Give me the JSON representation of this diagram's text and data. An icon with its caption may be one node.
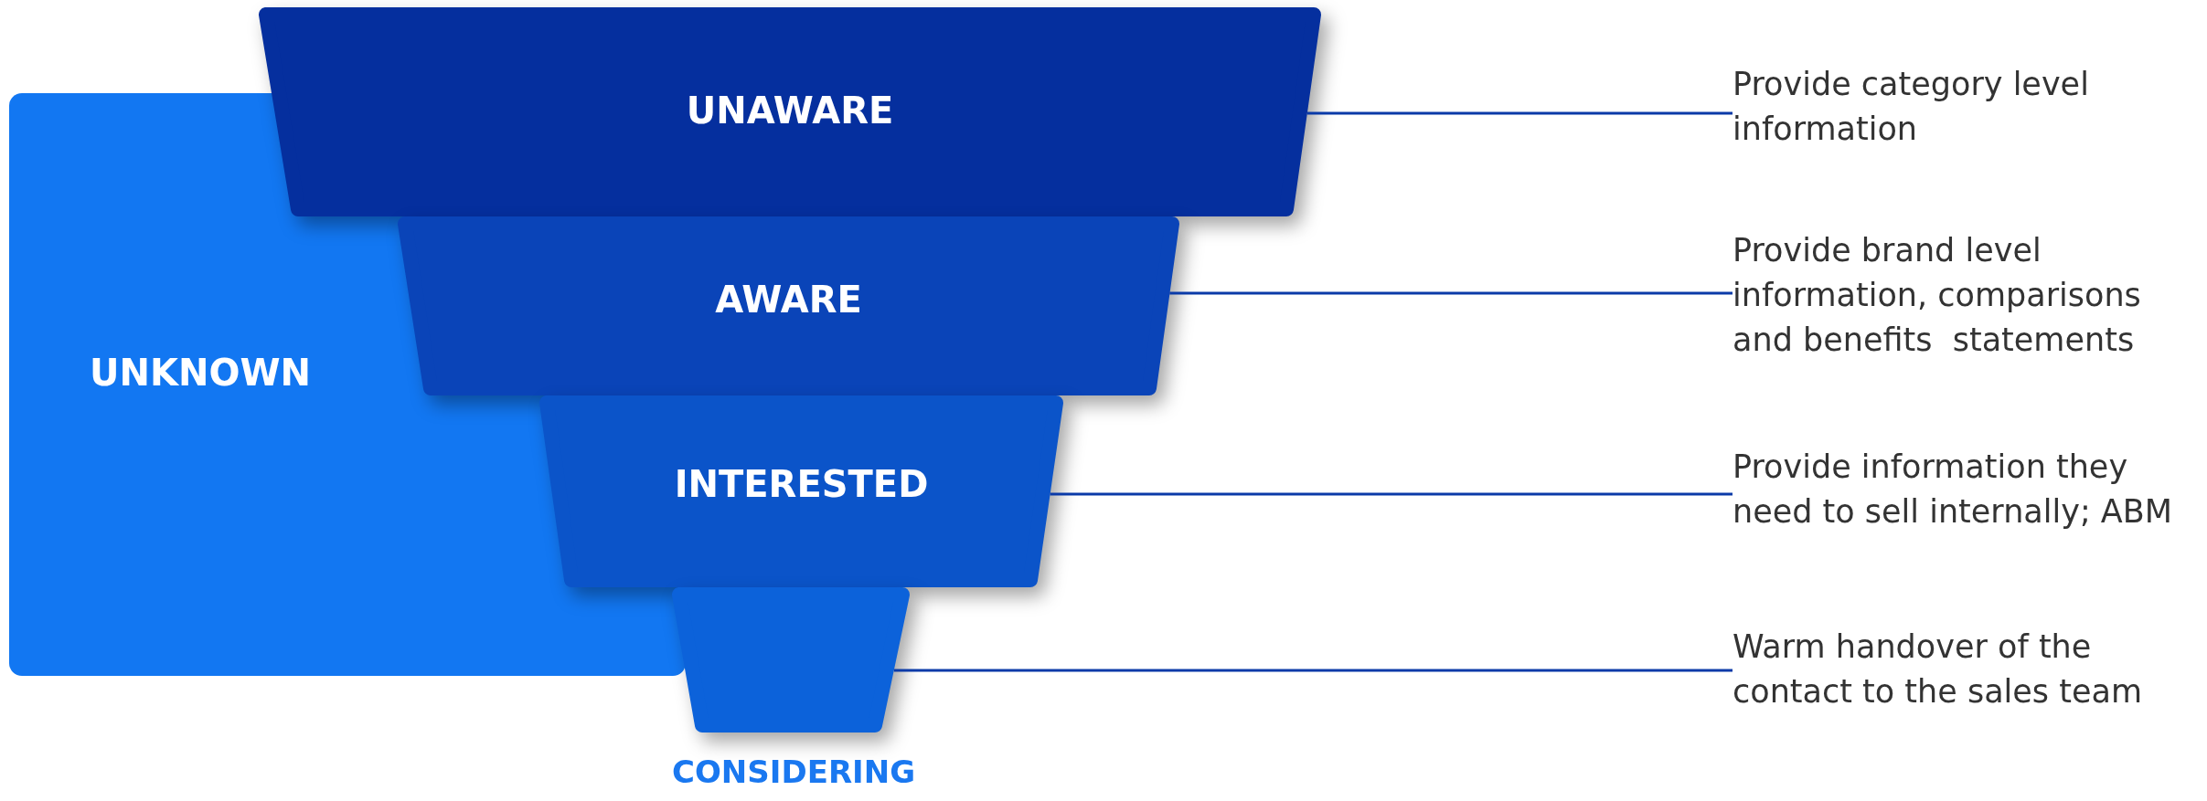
{
  "diagram": {
    "nodes": [
      {
        "text": [
          "UNKNOWN"
        ]
      },
      {
        "text": [
          "UNAWARE"
        ]
      },
      {
        "text": [
          "AWARE"
        ]
      },
      {
        "text": [
          "INTERESTED"
        ]
      },
      {
        "text": [
          "CONSIDERING"
        ]
      },
      {
        "text": [
          "Provide category level information"
        ]
      },
      {
        "text": [
          "Provide brand level information, comparisons and benefits  statements"
        ]
      },
      {
        "text": [
          "Provide information they need to sell internally; ABM"
        ]
      },
      {
        "text": [
          "Warm handover of the contact to the sales team"
        ]
      }
    ],
    "edges": [
      {
        "from": 1,
        "to": 5,
        "arrow": "none"
      },
      {
        "from": 2,
        "to": 6,
        "arrow": "none"
      },
      {
        "from": 3,
        "to": 7,
        "arrow": "none"
      },
      {
        "from": 4,
        "to": 8,
        "arrow": "none"
      }
    ]
  }
}
